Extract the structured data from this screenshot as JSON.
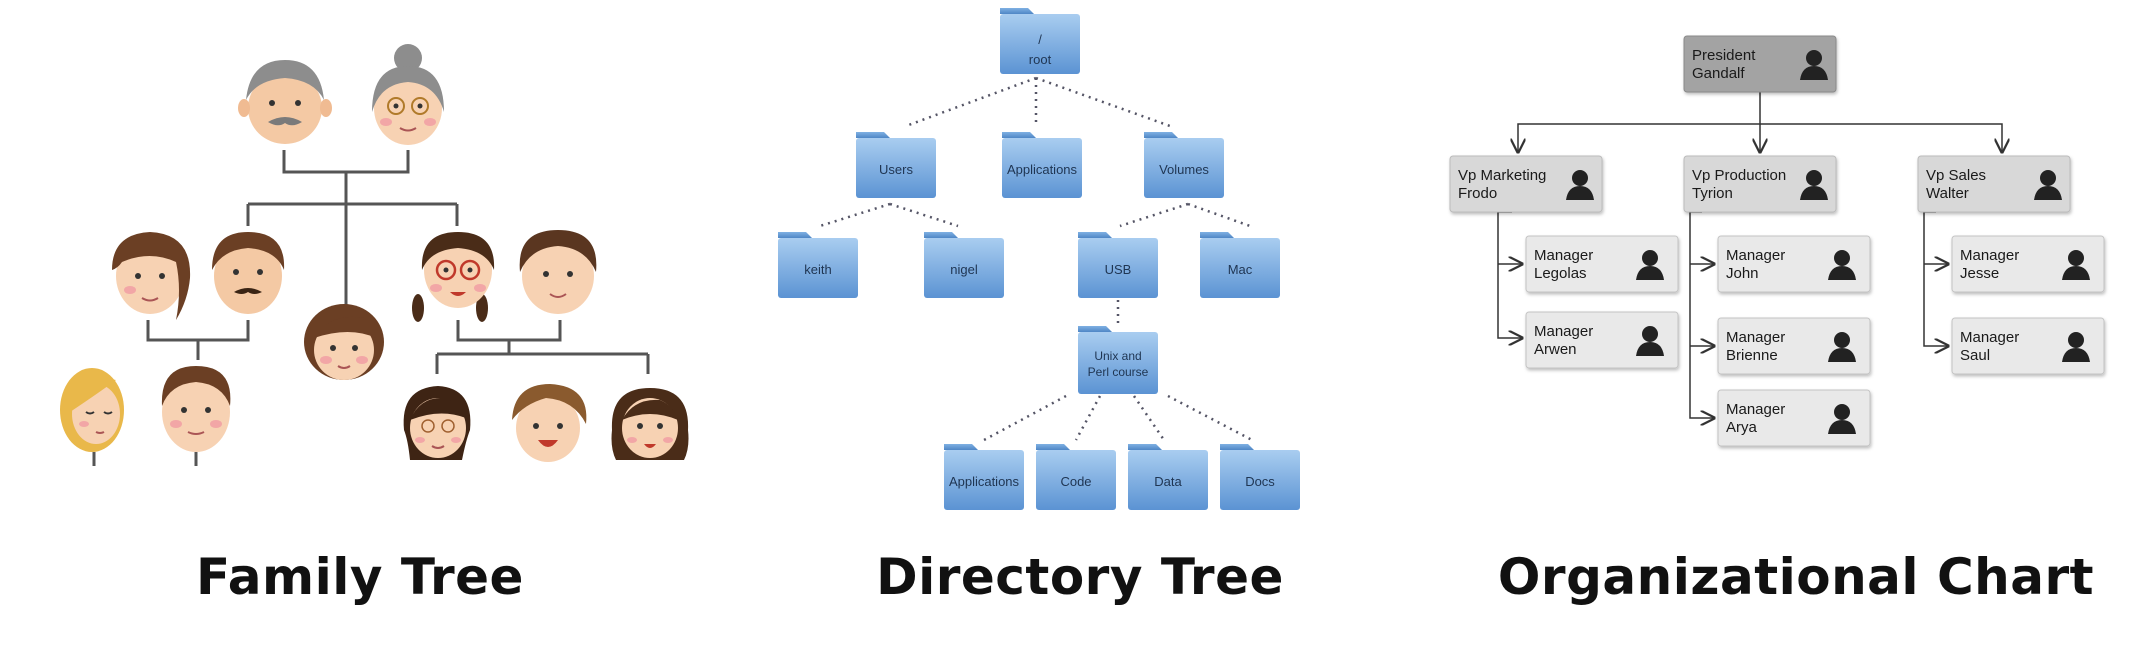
{
  "family_tree": {
    "caption": "Family Tree"
  },
  "directory_tree": {
    "caption": "Directory Tree",
    "folders": {
      "root_slash": "/",
      "root": "root",
      "users": "Users",
      "applications": "Applications",
      "volumes": "Volumes",
      "keith": "keith",
      "nigel": "nigel",
      "usb": "USB",
      "mac": "Mac",
      "unix_line1": "Unix and",
      "unix_line2": "Perl course",
      "applications2": "Applications",
      "code": "Code",
      "data": "Data",
      "docs": "Docs"
    }
  },
  "org_chart": {
    "caption": "Organizational Chart",
    "president": {
      "title": "President",
      "name": "Gandalf"
    },
    "vps": [
      {
        "title": "Vp Marketing",
        "name": "Frodo",
        "managers": [
          {
            "title": "Manager",
            "name": "Legolas"
          },
          {
            "title": "Manager",
            "name": "Arwen"
          }
        ]
      },
      {
        "title": "Vp Production",
        "name": "Tyrion",
        "managers": [
          {
            "title": "Manager",
            "name": "John"
          },
          {
            "title": "Manager",
            "name": "Brienne"
          },
          {
            "title": "Manager",
            "name": "Arya"
          }
        ]
      },
      {
        "title": "Vp Sales",
        "name": "Walter",
        "managers": [
          {
            "title": "Manager",
            "name": "Jesse"
          },
          {
            "title": "Manager",
            "name": "Saul"
          }
        ]
      }
    ]
  },
  "colors": {
    "line": "#555555",
    "folder_top": "#9cc3ea",
    "folder_bottom": "#5b93d3",
    "org_box": "#e9e9e9",
    "org_president": "#a3a3a3",
    "skin": "#f7d2b3",
    "hair_brown": "#6b3f24",
    "hair_gray": "#8d8d8d",
    "hair_blonde": "#e9b84a"
  }
}
